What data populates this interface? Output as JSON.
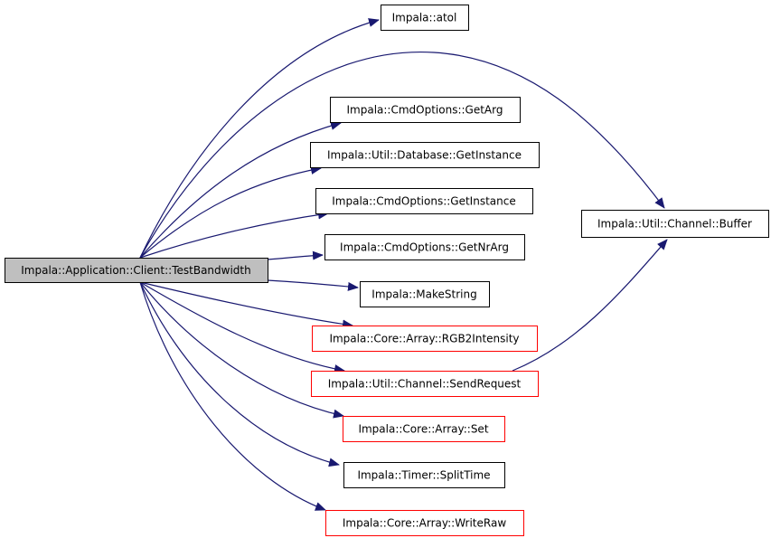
{
  "graph": {
    "colors": {
      "edge": "#191970",
      "root_fill": "#bfbfbf",
      "node_fill": "#ffffff",
      "border_normal": "#000000",
      "border_truncated": "#ff0000"
    },
    "root": {
      "id": "root",
      "label": "Impala::Application::Client::TestBandwidth"
    },
    "nodes": [
      {
        "id": "atol",
        "label": "Impala::atol",
        "truncated": false
      },
      {
        "id": "getarg",
        "label": "Impala::CmdOptions::GetArg",
        "truncated": false
      },
      {
        "id": "dbgetinstance",
        "label": "Impala::Util::Database::GetInstance",
        "truncated": false
      },
      {
        "id": "cmdgetinstance",
        "label": "Impala::CmdOptions::GetInstance",
        "truncated": false
      },
      {
        "id": "getnrarg",
        "label": "Impala::CmdOptions::GetNrArg",
        "truncated": false
      },
      {
        "id": "makestring",
        "label": "Impala::MakeString",
        "truncated": false
      },
      {
        "id": "rgb2intensity",
        "label": "Impala::Core::Array::RGB2Intensity",
        "truncated": true
      },
      {
        "id": "sendrequest",
        "label": "Impala::Util::Channel::SendRequest",
        "truncated": true
      },
      {
        "id": "set",
        "label": "Impala::Core::Array::Set",
        "truncated": true
      },
      {
        "id": "splittime",
        "label": "Impala::Timer::SplitTime",
        "truncated": false
      },
      {
        "id": "writeraw",
        "label": "Impala::Core::Array::WriteRaw",
        "truncated": true
      },
      {
        "id": "buffer",
        "label": "Impala::Util::Channel::Buffer",
        "truncated": false
      }
    ],
    "edges": [
      {
        "from": "root",
        "to": "atol"
      },
      {
        "from": "root",
        "to": "buffer"
      },
      {
        "from": "root",
        "to": "getarg"
      },
      {
        "from": "root",
        "to": "dbgetinstance"
      },
      {
        "from": "root",
        "to": "cmdgetinstance"
      },
      {
        "from": "root",
        "to": "getnrarg"
      },
      {
        "from": "root",
        "to": "makestring"
      },
      {
        "from": "root",
        "to": "rgb2intensity"
      },
      {
        "from": "root",
        "to": "sendrequest"
      },
      {
        "from": "root",
        "to": "set"
      },
      {
        "from": "root",
        "to": "splittime"
      },
      {
        "from": "root",
        "to": "writeraw"
      },
      {
        "from": "sendrequest",
        "to": "buffer"
      }
    ]
  }
}
